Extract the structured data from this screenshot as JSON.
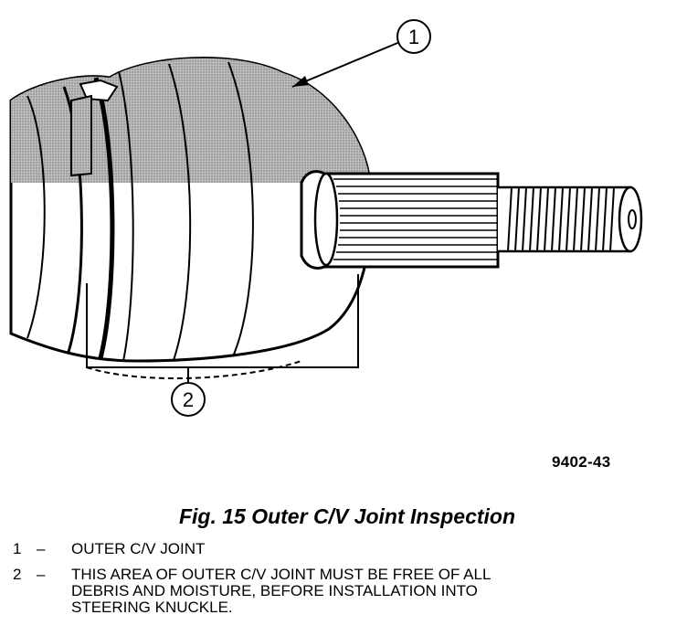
{
  "figure": {
    "callouts": [
      "1",
      "2"
    ],
    "figure_id": "9402-43"
  },
  "caption": "Fig. 15 Outer C/V Joint Inspection",
  "legend": [
    {
      "num": "1",
      "dash": "–",
      "text": "OUTER C/V JOINT"
    },
    {
      "num": "2",
      "dash": "–",
      "text": "THIS AREA OF OUTER C/V JOINT MUST BE FREE OF ALL\nDEBRIS AND MOISTURE, BEFORE INSTALLATION INTO\nSTEERING KNUCKLE."
    }
  ]
}
